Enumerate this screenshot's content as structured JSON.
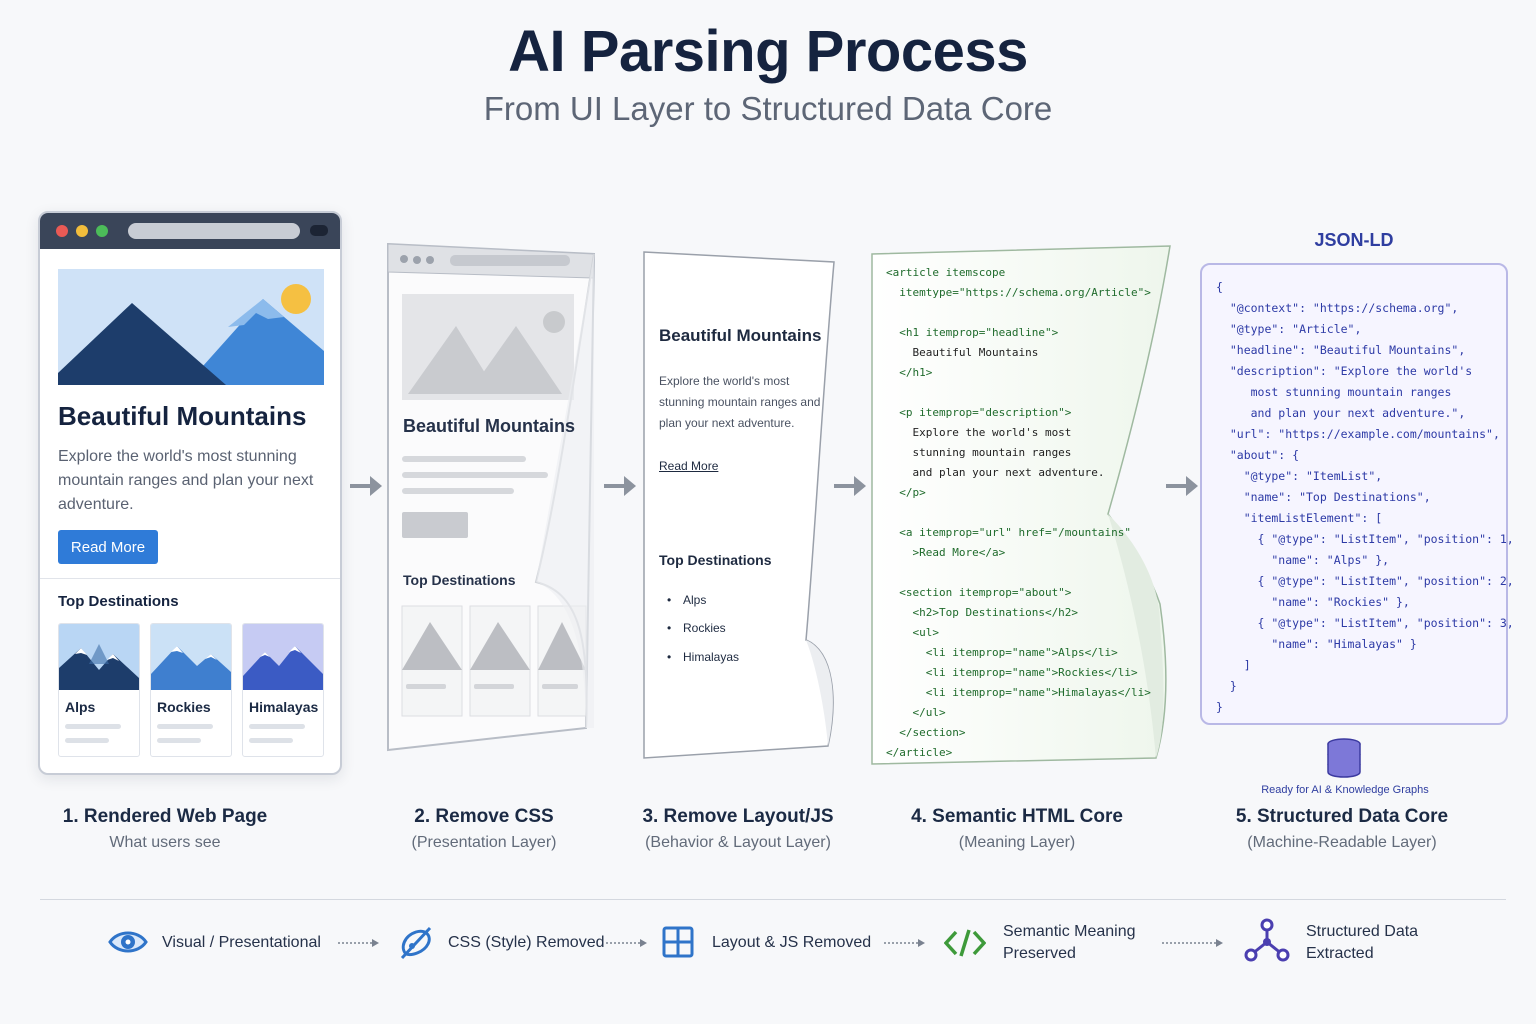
{
  "header": {
    "title": "AI Parsing Process",
    "subtitle": "From UI Layer to Structured Data Core"
  },
  "stage1": {
    "title": "Beautiful Mountains",
    "description": "Explore the world's most stunning mountain ranges and plan your next adventure.",
    "button": "Read More",
    "top_heading": "Top Destinations",
    "cards": [
      "Alps",
      "Rockies",
      "Himalayas"
    ],
    "caption_title": "1. Rendered Web Page",
    "caption_sub": "What users see"
  },
  "stage2": {
    "title": "Beautiful Mountains",
    "top_heading": "Top Destinations",
    "caption_title": "2. Remove CSS",
    "caption_sub": "(Presentation Layer)"
  },
  "stage3": {
    "title": "Beautiful Mountains",
    "description": "Explore the world's most stunning mountain ranges and plan your next adventure.",
    "link": "Read More",
    "top_heading": "Top Destinations",
    "items": [
      "Alps",
      "Rockies",
      "Himalayas"
    ],
    "caption_title": "3. Remove Layout/JS",
    "caption_sub": "(Behavior & Layout Layer)"
  },
  "stage4": {
    "code_lines": [
      "<article itemscope",
      "  itemtype=\"https://schema.org/Article\">",
      "",
      "  <h1 itemprop=\"headline\">",
      "    Beautiful Mountains",
      "  </h1>",
      "",
      "  <p itemprop=\"description\">",
      "    Explore the world's most",
      "    stunning mountain ranges",
      "    and plan your next adventure.",
      "  </p>",
      "",
      "  <a itemprop=\"url\" href=\"/mountains\"",
      "    >Read More</a>",
      "",
      "  <section itemprop=\"about\">",
      "    <h2>Top Destinations</h2>",
      "    <ul>",
      "      <li itemprop=\"name\">Alps</li>",
      "      <li itemprop=\"name\">Rockies</li>",
      "      <li itemprop=\"name\">Himalayas</li>",
      "    </ul>",
      "  </section>",
      "</article>"
    ],
    "caption_title": "4. Semantic HTML Core",
    "caption_sub": "(Meaning Layer)"
  },
  "stage5": {
    "label": "JSON-LD",
    "code_lines": [
      "{",
      "  \"@context\": \"https://schema.org\",",
      "  \"@type\": \"Article\",",
      "  \"headline\": \"Beautiful Mountains\",",
      "  \"description\": \"Explore the world's",
      "     most stunning mountain ranges",
      "     and plan your next adventure.\",",
      "  \"url\": \"https://example.com/mountains\",",
      "  \"about\": {",
      "    \"@type\": \"ItemList\",",
      "    \"name\": \"Top Destinations\",",
      "    \"itemListElement\": [",
      "      { \"@type\": \"ListItem\", \"position\": 1,",
      "        \"name\": \"Alps\" },",
      "      { \"@type\": \"ListItem\", \"position\": 2,",
      "        \"name\": \"Rockies\" },",
      "      { \"@type\": \"ListItem\", \"position\": 3,",
      "        \"name\": \"Himalayas\" }",
      "    ]",
      "  }",
      "}"
    ],
    "ready": "Ready for AI & Knowledge Graphs",
    "caption_title": "5. Structured Data Core",
    "caption_sub": "(Machine-Readable Layer)"
  },
  "legend": {
    "visual": "Visual / Presentational",
    "css": "CSS (Style) Removed",
    "layout": "Layout & JS Removed",
    "semantic_1": "Semantic Meaning",
    "semantic_2": "Preserved",
    "structured_1": "Structured Data",
    "structured_2": "Extracted"
  },
  "colors": {
    "title": "#15233f",
    "accent_blue": "#2f7bd8",
    "code_green": "#1f6b2c",
    "json_indigo": "#2f3ea0"
  },
  "icons": [
    "eye-icon",
    "no-style-icon",
    "grid-icon",
    "code-icon",
    "network-icon",
    "database-icon",
    "arrow-right-icon"
  ]
}
